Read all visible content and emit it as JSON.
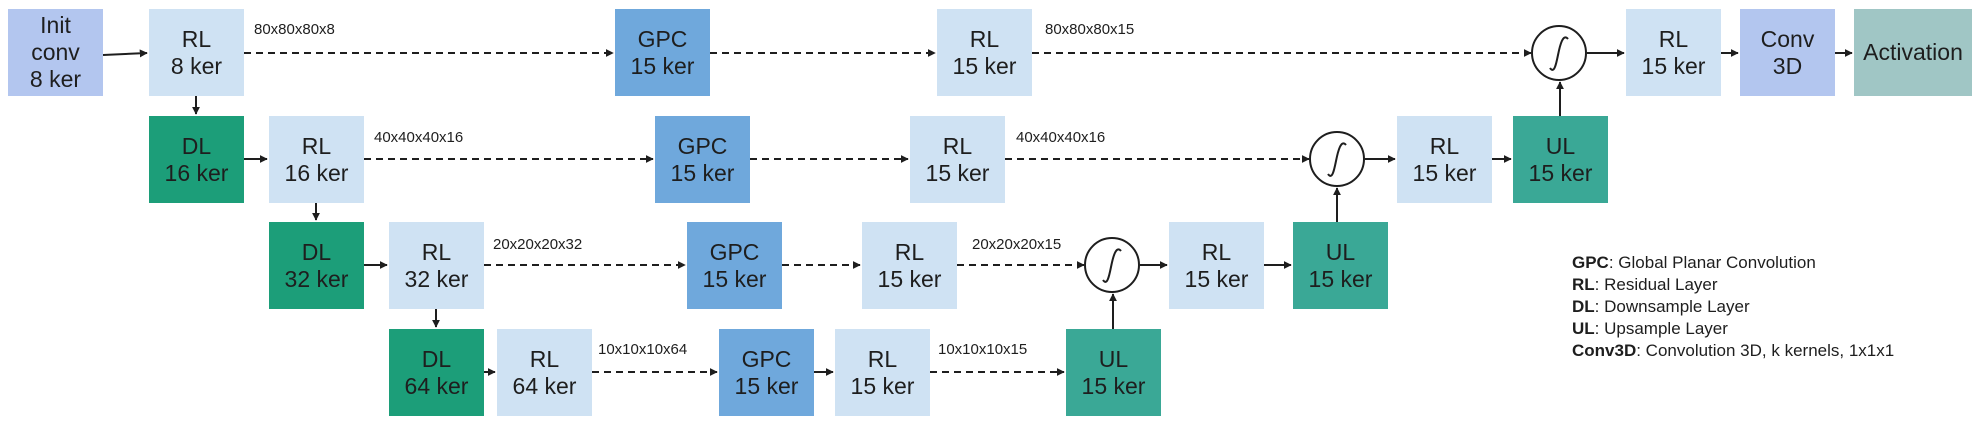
{
  "blocks": {
    "init": [
      "Init",
      "conv",
      "8 ker"
    ],
    "rl_l1_enc": [
      "RL",
      "8 ker"
    ],
    "gpc_l1": [
      "GPC",
      "15 ker"
    ],
    "rl_l1_dec": [
      "RL",
      "15 ker"
    ],
    "rl_l1_out": [
      "RL",
      "15 ker"
    ],
    "conv3d": [
      "Conv",
      "3D"
    ],
    "activation": [
      "Activation"
    ],
    "dl_l2": [
      "DL",
      "16 ker"
    ],
    "rl_l2_enc": [
      "RL",
      "16 ker"
    ],
    "gpc_l2": [
      "GPC",
      "15 ker"
    ],
    "rl_l2_dec": [
      "RL",
      "15 ker"
    ],
    "rl_l2_out": [
      "RL",
      "15 ker"
    ],
    "ul_l2": [
      "UL",
      "15 ker"
    ],
    "dl_l3": [
      "DL",
      "32 ker"
    ],
    "rl_l3_enc": [
      "RL",
      "32 ker"
    ],
    "gpc_l3": [
      "GPC",
      "15 ker"
    ],
    "rl_l3_dec": [
      "RL",
      "15 ker"
    ],
    "rl_l3_out": [
      "RL",
      "15 ker"
    ],
    "ul_l3": [
      "UL",
      "15 ker"
    ],
    "dl_l4": [
      "DL",
      "64 ker"
    ],
    "rl_l4_enc": [
      "RL",
      "64 ker"
    ],
    "gpc_l4": [
      "GPC",
      "15 ker"
    ],
    "rl_l4_dec": [
      "RL",
      "15 ker"
    ],
    "ul_l4": [
      "UL",
      "15 ker"
    ]
  },
  "dimensions": {
    "l1_enc": "80x80x80x8",
    "l1_dec": "80x80x80x15",
    "l2_enc": "40x40x40x16",
    "l2_dec": "40x40x40x16",
    "l3_enc": "20x20x20x32",
    "l3_dec": "20x20x20x15",
    "l4_enc": "10x10x10x64",
    "l4_dec": "10x10x10x15"
  },
  "legend": [
    {
      "abbr": "GPC",
      "desc": ": Global Planar Convolution"
    },
    {
      "abbr": "RL",
      "desc": ": Residual Layer"
    },
    {
      "abbr": "DL",
      "desc": ": Downsample Layer"
    },
    {
      "abbr": "UL",
      "desc": ": Upsample Layer"
    },
    {
      "abbr": "Conv3D",
      "desc": ": Convolution 3D, k kernels, 1x1x1"
    }
  ],
  "colors": {
    "init_conv": "#b3c6ef",
    "residual_layer": "#cfe2f3",
    "downsample_layer": "#1c9e79",
    "global_planar_conv": "#6fa8dc",
    "upsample_layer": "#3aa896",
    "activation": "#a0c6c5",
    "arrow": "#1e1e1e"
  },
  "icons": {
    "merge": "integral-circle-icon"
  }
}
